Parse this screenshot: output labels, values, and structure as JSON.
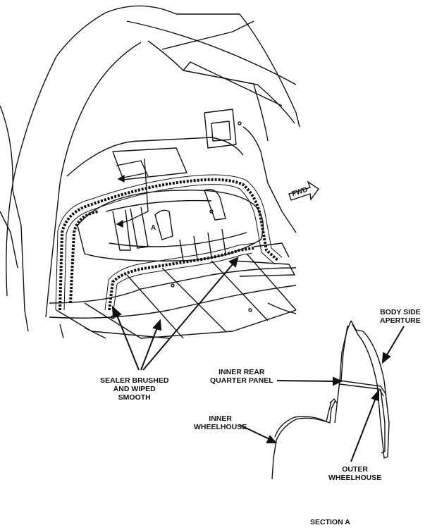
{
  "labels": {
    "sealer": [
      "SEALER BRUSHED",
      "AND WIPED",
      "SMOOTH"
    ],
    "inner_rear_quarter_panel": [
      "INNER REAR",
      "QUARTER PANEL"
    ],
    "inner_wheelhouse": [
      "INNER",
      "WHEELHOUSE"
    ],
    "body_side_aperture": [
      "BODY SIDE",
      "APERTURE"
    ],
    "outer_wheelhouse": [
      "OUTER",
      "WHEELHOUSE"
    ],
    "section_title": "SECTION A",
    "section_marker": "A",
    "direction": "FWD"
  },
  "colors": {
    "line": "#111111",
    "background": "#ffffff"
  }
}
